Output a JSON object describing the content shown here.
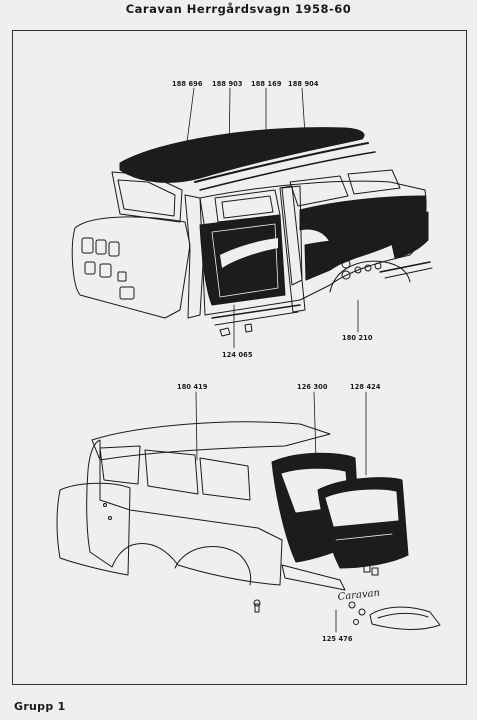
{
  "page": {
    "title": "Caravan Herrgårdsvagn 1958-60",
    "footer": "Grupp 1"
  },
  "upper_view": {
    "part_numbers": [
      "188 696",
      "188 903",
      "188 169",
      "188 904",
      "180 210",
      "180 419",
      "124 065"
    ]
  },
  "lower_view": {
    "part_numbers": [
      "126 300",
      "128 424",
      "125 476"
    ],
    "emblem_script": "Caravan"
  },
  "colors": {
    "ink": "#1a1a1a",
    "paper": "#efefed",
    "fill_dark": "#1c1c1c"
  }
}
